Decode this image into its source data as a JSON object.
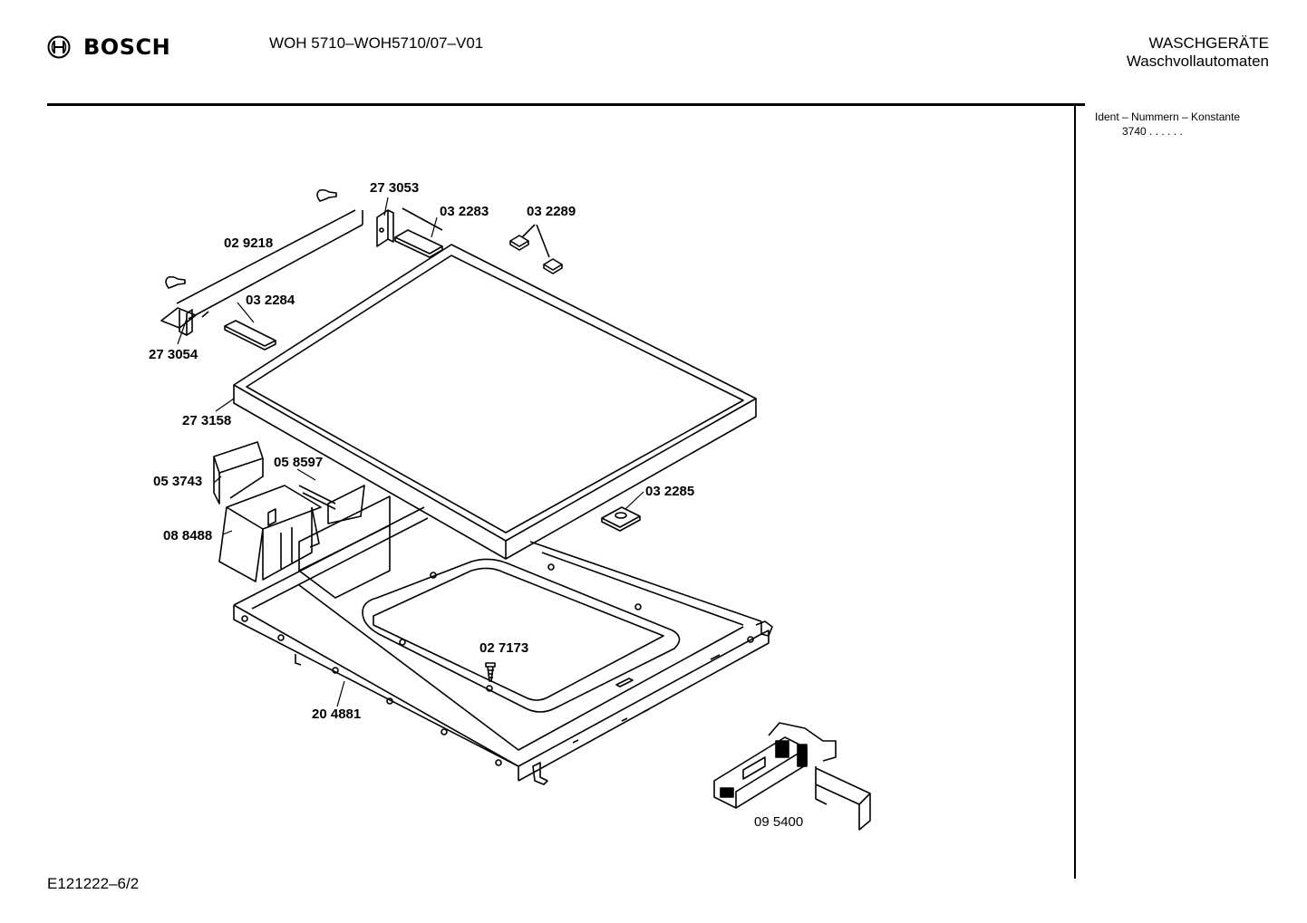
{
  "header": {
    "brand": "BOSCH",
    "model": "WOH 5710–WOH5710/07–V01",
    "category": "WASCHGERÄTE",
    "subcategory": "Waschvollautomaten"
  },
  "ident": {
    "heading": "Ident – Nummern – Konstante",
    "value": "3740 . . . . . ."
  },
  "footer": {
    "code": "E121222–6/2"
  },
  "parts": {
    "p273053": "27 3053",
    "p032283": "03 2283",
    "p032289": "03 2289",
    "p029218": "02 9218",
    "p032284": "03 2284",
    "p273054": "27 3054",
    "p273158": "27 3158",
    "p053743": "05 3743",
    "p058597": "05 8597",
    "p032285": "03 2285",
    "p088488": "08 8488",
    "p027173": "02 7173",
    "p204881": "20 4881",
    "p095400": "09 5400"
  }
}
